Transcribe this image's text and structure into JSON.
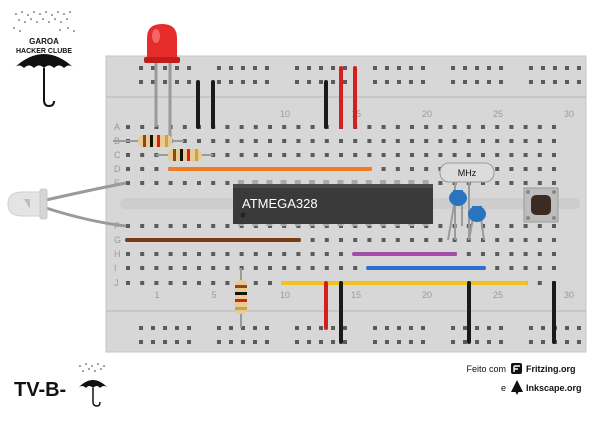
{
  "logo": {
    "line1": "GAROA",
    "line2": "HACKER CLUBE"
  },
  "footer_logo": {
    "text": "TV-B-"
  },
  "chip": {
    "label": "ATMEGA328"
  },
  "crystal": {
    "label": "MHz"
  },
  "row_labels": [
    "A",
    "B",
    "C",
    "D",
    "E",
    "F",
    "G",
    "H",
    "I",
    "J"
  ],
  "column_numbers_top": [
    "10",
    "15",
    "20",
    "25",
    "30"
  ],
  "column_numbers_bottom": [
    "1",
    "5",
    "10",
    "15",
    "20",
    "25",
    "30"
  ],
  "credits": {
    "made_with": "Feito com",
    "fritzing": "Fritzing.org",
    "and": "e",
    "inkscape": "Inkscape.org"
  },
  "colors": {
    "breadboard": "#d7d7d7",
    "rail_red": "#d41f1f",
    "orange_wire": "#f47b20",
    "brown_wire": "#7b3a0f",
    "purple_wire": "#a34ca8",
    "blue_wire": "#2d6fd1",
    "yellow_wire": "#f2c21b",
    "black_wire": "#1a1a1a",
    "led_red": "#e62b2b",
    "capacitor_blue": "#2874c0"
  }
}
